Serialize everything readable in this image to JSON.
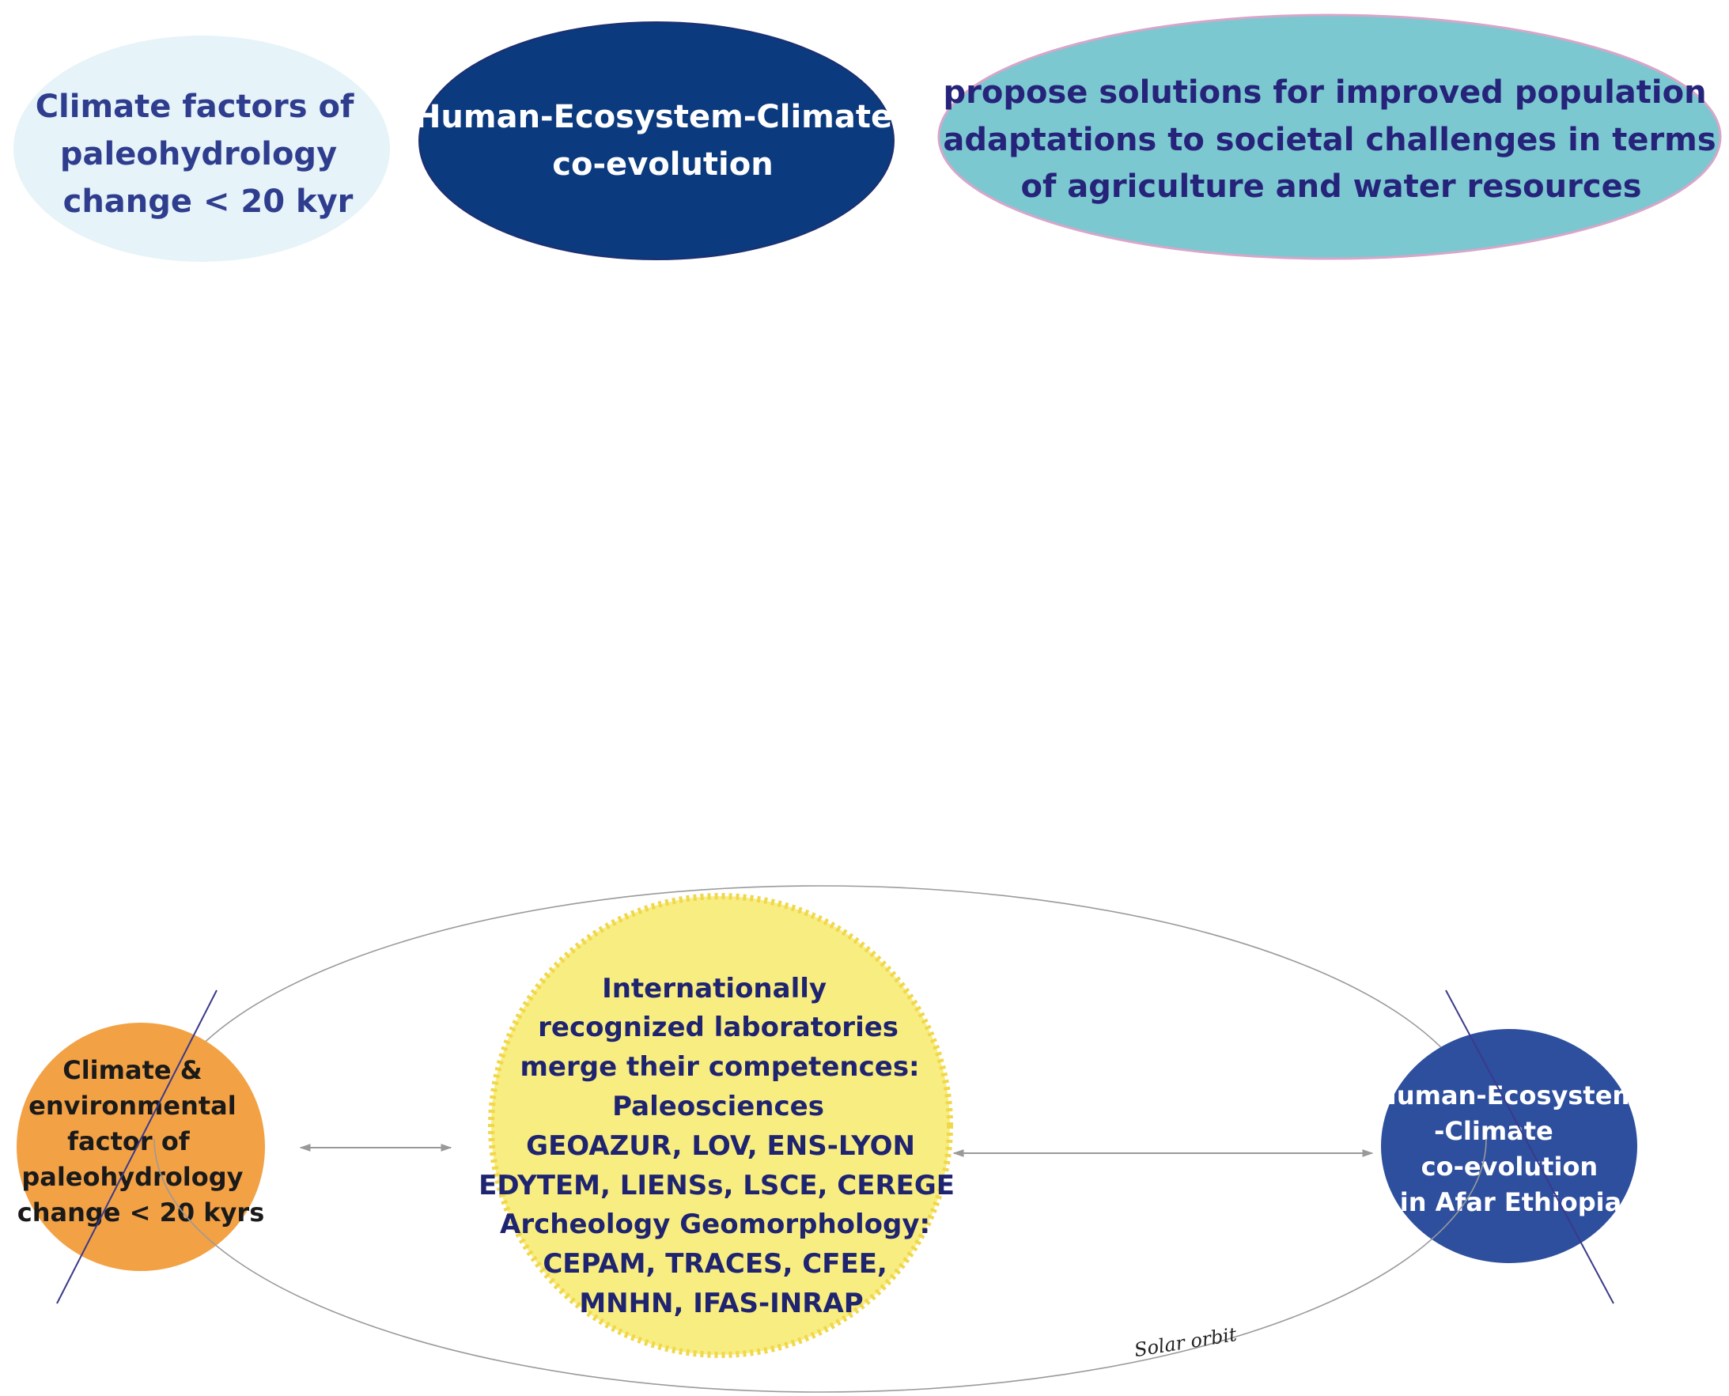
{
  "top_row": {
    "climate_factors": {
      "lines": [
        "Climate factors of",
        "paleohydrology",
        "change < 20 kyr"
      ],
      "fill": "#e6f3f8",
      "text_color": "#2f3d8f"
    },
    "human_ecosystem": {
      "lines": [
        "Human-Ecosystem-Climate",
        "co-evolution"
      ],
      "fill": "#0b3a7e",
      "text_color": "#ffffff"
    },
    "propose_solutions": {
      "lines": [
        "propose solutions for improved population",
        "adaptations to societal challenges in terms",
        "of agriculture and water resources"
      ],
      "fill": "#7bc8d1",
      "stroke": "#d7a6c9",
      "text_color": "#26247a"
    }
  },
  "orbit_diagram": {
    "orbit_label": "Solar orbit",
    "orbit_stroke": "#9a9a9a",
    "axis_color": "#3a3a8a",
    "arrow_color": "#999999",
    "left_planet": {
      "lines": [
        "Climate &",
        "environmental",
        "factor of",
        "paleohydrology",
        "change < 20 kyrs"
      ],
      "fill": "#f3a145",
      "text_color": "#1a1a1a"
    },
    "sun": {
      "lines": [
        "Internationally",
        "recognized laboratories",
        "merge their competences:",
        "Paleosciences",
        "GEOAZUR, LOV, ENS-LYON",
        "EDYTEM, LIENSs, LSCE, CEREGE",
        "Archeology Geomorphology:",
        "CEPAM, TRACES, CFEE,",
        "MNHN, IFAS-INRAP"
      ],
      "fill": "#f8ed80",
      "border": "#f1d74a",
      "text_color": "#1f2470"
    },
    "right_planet": {
      "lines": [
        "Human-Ecosystem",
        "-Climate",
        "co-evolution",
        "in Afar Ethiopia"
      ],
      "fill": "#2e4f9e",
      "text_color": "#ffffff"
    }
  }
}
